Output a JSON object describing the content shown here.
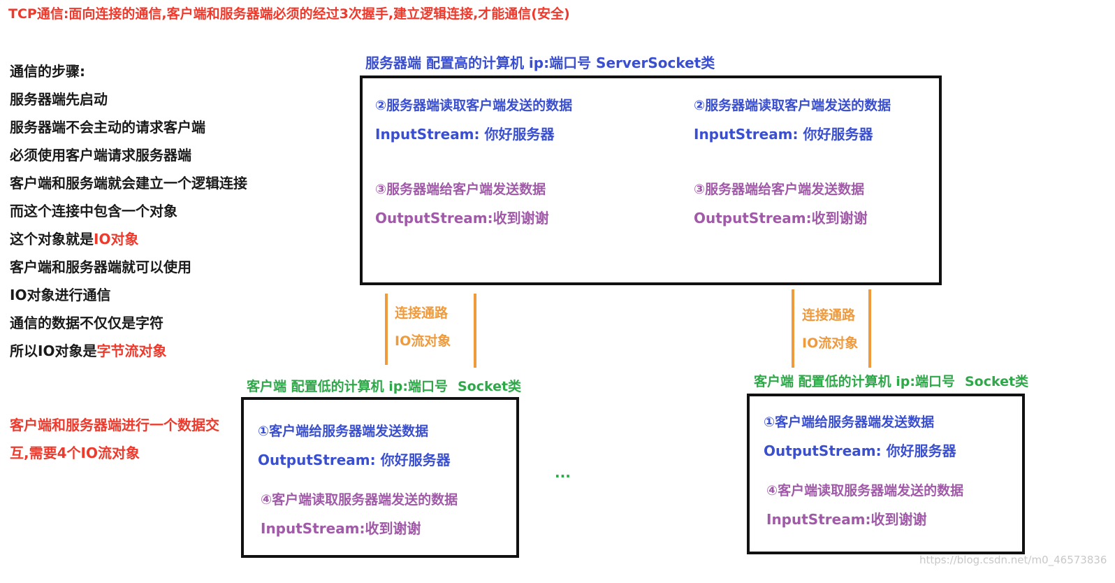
{
  "title": "TCP通信:面向连接的通信,客户端和服务器端必须的经过3次握手,建立逻辑连接,才能通信(安全)",
  "steps": {
    "heading": "通信的步骤:",
    "lines": [
      "服务器端先启动",
      "服务器端不会主动的请求客户端",
      "必须使用客户端请求服务器端",
      "客户端和服务端就会建立一个逻辑连接",
      "而这个连接中包含一个对象"
    ],
    "io_line_prefix": "这个对象就是",
    "io_line_highlight": "IO对象",
    "lines2": [
      "客户端和服务器端就可以使用",
      "IO对象进行通信",
      "通信的数据不仅仅是字符"
    ],
    "last_prefix": "所以IO对象是",
    "last_highlight": "字节流对象"
  },
  "summary": {
    "line1": "客户端和服务器端进行一个数据交",
    "line2": "互,需要4个IO流对象"
  },
  "server": {
    "label": "服务器端 配置高的计算机 ip:端口号 ServerSocket类",
    "col_left": {
      "read_label": "②服务器端读取客户端发送的数据",
      "read_stream": "InputStream: 你好服务器",
      "send_label": "③服务器端给客户端发送数据",
      "send_stream": "OutputStream:收到谢谢"
    },
    "col_right": {
      "read_label": "②服务器端读取客户端发送的数据",
      "read_stream": "InputStream: 你好服务器",
      "send_label": "③服务器端给客户端发送数据",
      "send_stream": "OutputStream:收到谢谢"
    }
  },
  "channel_left": {
    "line1": "连接通路",
    "line2": "IO流对象"
  },
  "channel_right": {
    "line1": "连接通路",
    "line2": "IO流对象"
  },
  "client_left": {
    "label": "客户端 配置低的计算机 ip:端口号",
    "label_class": "Socket类",
    "send_label": "①客户端给服务器端发送数据",
    "send_stream": "OutputStream: 你好服务器",
    "read_label": "④客户端读取服务器端发送的数据",
    "read_stream": "InputStream:收到谢谢"
  },
  "client_right": {
    "label": "客户端 配置低的计算机 ip:端口号",
    "label_class": "Socket类",
    "send_label": "①客户端给服务器端发送数据",
    "send_stream": "OutputStream: 你好服务器",
    "read_label": "④客户端读取服务器端发送的数据",
    "read_stream": "InputStream:收到谢谢"
  },
  "ellipsis": "...",
  "watermark": "https://blog.csdn.net/m0_46573836",
  "colors": {
    "red": "#ee3a2c",
    "blue": "#3a4fd0",
    "purple": "#a05aa8",
    "green": "#2fa84a",
    "orange": "#ef9a3c"
  }
}
